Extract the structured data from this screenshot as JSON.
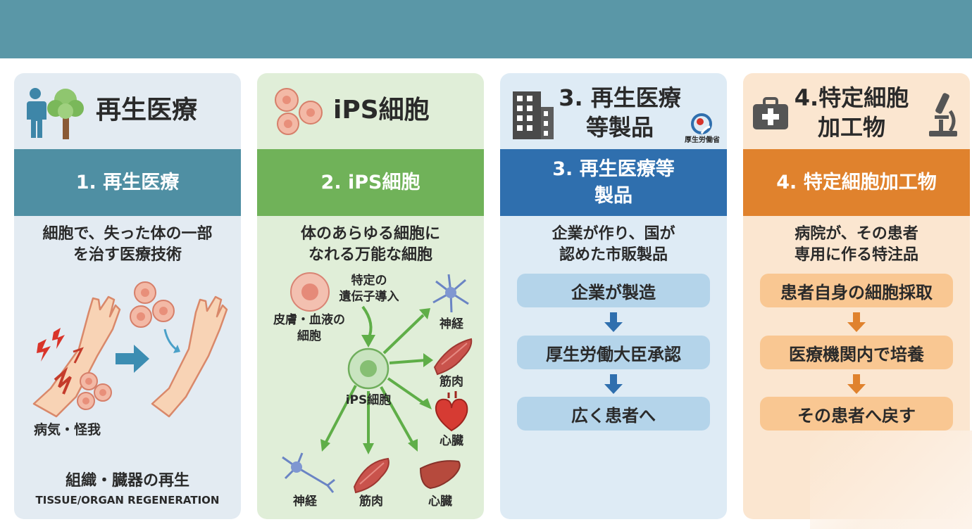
{
  "cards": [
    {
      "title": "再生医療",
      "band": "1. 再生医療",
      "desc_lines": [
        "細胞で、失った体の一部",
        "を治す医療技術"
      ],
      "labels": {
        "disease": "病気・怪我",
        "regen_jp": "組織・臓器の再生",
        "regen_en": "TISSUE/ORGAN REGENERATION"
      },
      "icons": [
        "person-icon",
        "tree-icon",
        "cells-icon",
        "arm-icon",
        "arrow-right-icon"
      ]
    },
    {
      "title": "iPS細胞",
      "band": "2. iPS細胞",
      "desc_lines": [
        "体のあらゆる細胞に",
        "なれる万能な細胞"
      ],
      "labels": {
        "gene": [
          "特定の",
          "遺伝子導入"
        ],
        "skin": [
          "皮膚・血液の",
          "細胞"
        ],
        "ips": "iPS細胞",
        "nerve_r": "神経",
        "muscle_r": "筋肉",
        "heart_r": "心臓",
        "nerve_b": "神経",
        "muscle_b": "筋肉",
        "liver_b": "心臓"
      },
      "icons": [
        "cells-icon",
        "neuron-icon",
        "muscle-icon",
        "heart-icon",
        "liver-icon"
      ]
    },
    {
      "title_lines": [
        "3. 再生医療",
        "等製品"
      ],
      "band_lines": [
        "3. 再生医療等",
        "製品"
      ],
      "logo_text": "厚生労働省",
      "desc_lines": [
        "企業が作り、国が",
        "認めた市販製品"
      ],
      "steps": [
        "企業が製造",
        "厚生労働大臣承認",
        "広く患者へ"
      ],
      "icons": [
        "building-icon",
        "mhlw-logo-icon"
      ]
    },
    {
      "title_lines": [
        "4.特定細胞",
        "加工物"
      ],
      "band": "4. 特定細胞加工物",
      "desc_lines": [
        "病院が、その患者",
        "専用に作る特注品"
      ],
      "steps": [
        "患者自身の細胞採取",
        "医療機関内で培養",
        "その患者へ戻す"
      ],
      "icons": [
        "medical-kit-icon",
        "microscope-icon"
      ]
    }
  ],
  "colors": {
    "topbar": "#5a97a7",
    "band1": "#4f8fa3",
    "band2": "#70b259",
    "band3": "#2f6fae",
    "band4": "#e0822d",
    "arrow3": "#2f6fae",
    "arrow4": "#e0822d"
  }
}
